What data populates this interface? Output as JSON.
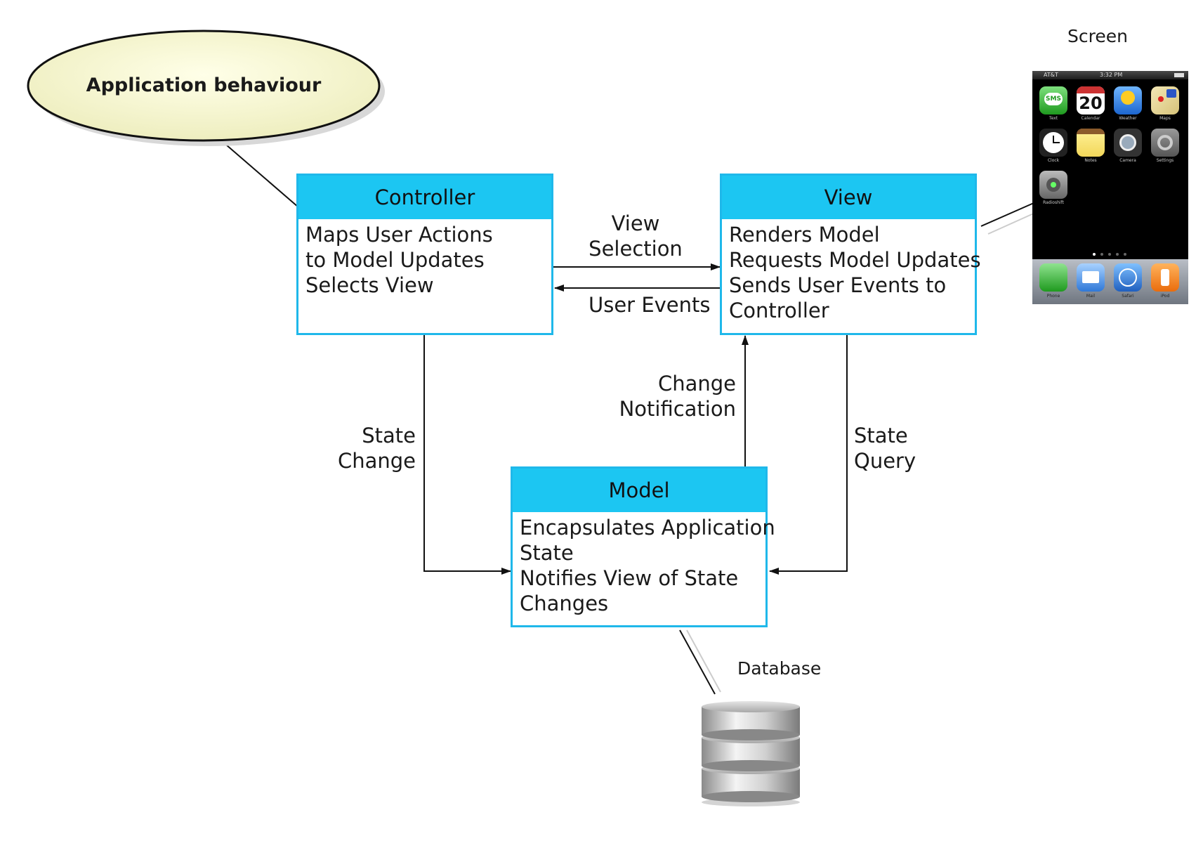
{
  "callout": {
    "text": "Application behaviour"
  },
  "controller": {
    "title": "Controller",
    "lines": [
      "Maps User Actions",
      "to Model Updates",
      "Selects View"
    ]
  },
  "view": {
    "title": "View",
    "lines": [
      "Renders Model",
      "Requests Model Updates",
      "Sends User Events to",
      "Controller"
    ]
  },
  "model": {
    "title": "Model",
    "lines": [
      "Encapsulates Application",
      "State",
      "Notifies View of State",
      "Changes"
    ]
  },
  "arrows": {
    "view_selection": [
      "View",
      "Selection"
    ],
    "user_events": "User Events",
    "change_notification": [
      "Change",
      "Notification"
    ],
    "state_change": [
      "State",
      "Change"
    ],
    "state_query": [
      "State",
      "Query"
    ]
  },
  "screen": {
    "label": "Screen",
    "status_left": "AT&T",
    "status_time": "3:32 PM",
    "calendar_day": "20",
    "apps": [
      "Text",
      "Calendar",
      "Weather",
      "Maps",
      "Clock",
      "Notes",
      "Camera",
      "Settings",
      "Radioshift"
    ],
    "dock": [
      "Phone",
      "Mail",
      "Safari",
      "iPod"
    ]
  },
  "database": {
    "label": "Database"
  },
  "colors": {
    "header": "#1cc6f2",
    "border": "#1fb8ea",
    "callout": "#fbfbd6"
  }
}
